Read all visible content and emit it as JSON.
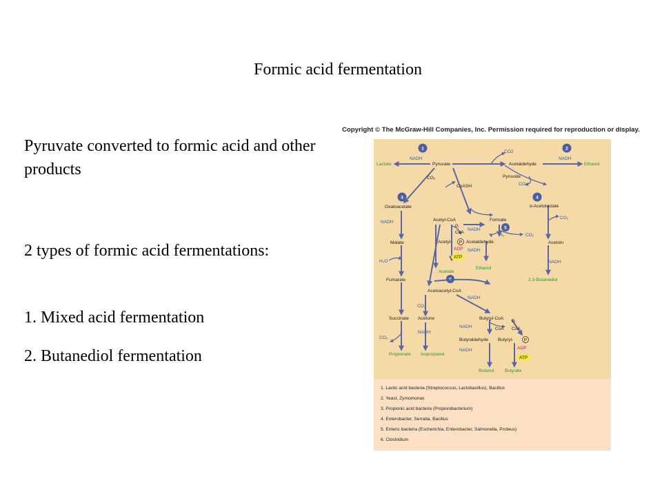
{
  "title": "Formic acid fermentation",
  "intro": "Pyruvate converted to formic acid and other products",
  "types_heading": "2 types of formic acid fermentations:",
  "types": [
    "1. Mixed acid fermentation",
    "2. Butanediol fermentation"
  ],
  "figure": {
    "copyright": "Copyright © The McGraw-Hill Companies, Inc. Permission required for reproduction or display.",
    "colors": {
      "panel": "#f5d9a6",
      "legend_panel": "#fbe0c4",
      "arrow": "#5966a3",
      "badge": "#4c5e9e",
      "cofactor": "#2a5db0",
      "product": "#1e9a4a",
      "atp_highlight": "#f7ea3a"
    },
    "labels": {
      "lactate": "Lactate",
      "nadh": "NADH",
      "pyruvate": "Pyruvate",
      "co2_sub": "CO2",
      "acetaldehyde": "Acetaldehyde",
      "ethanol": "Ethanol",
      "co2": "CO₂",
      "coash": "CoASH",
      "oxaloacetate": "Oxaloacetate",
      "acetyl_coa": "Acetyl-CoA",
      "formate": "Formate",
      "acetolactate": "α-Acetolactate",
      "pi": "Pᵢ",
      "coa": "CoA",
      "h2": "H₂",
      "malate": "Malate",
      "acetyl": "Acetyl-",
      "p": "P",
      "adp": "ADP",
      "atp": "ATP",
      "acetoin": "Acetoin",
      "h2o": "H₂O",
      "acetate": "Acetate",
      "fumarate": "Fumarate",
      "butanediol": "2,3-Butanediol",
      "acetoacetyl_coa": "Acetoacetyl-CoA",
      "succinate": "Succinate",
      "acetone": "Acetone",
      "butyryl_coa": "Butyryl-CoA",
      "butyraldehyde": "Butyraldehyde",
      "butyryl": "Butyryl-",
      "propionate": "Propionate",
      "isopropanol": "Isopropanol",
      "butanol": "Butanol",
      "butyrate": "Butyrate",
      "n1": "1",
      "n2": "2",
      "n3": "3",
      "n4": "4",
      "n5": "5",
      "n6": "6"
    },
    "legend": [
      "1. Lactic acid bacteria (Streptococcus, Lactobacillus), Bacillus",
      "2. Yeast, Zymomonas",
      "3. Propionic acid bacteria (Propionibacterium)",
      "4. Enterobacter, Serratia, Bacillus",
      "5. Enteric bacteria (Escherichia, Enterobacter, Salmonella, Proteus)",
      "6. Clostridium"
    ]
  }
}
